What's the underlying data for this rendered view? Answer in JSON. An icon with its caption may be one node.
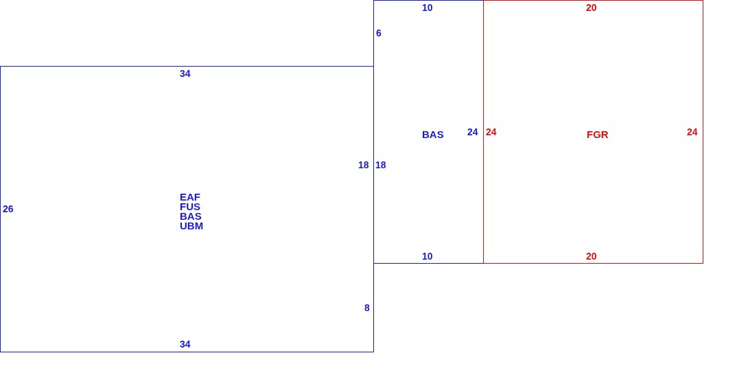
{
  "diagram": {
    "nodes": [
      {
        "text": [
          "BAS"
        ]
      },
      {
        "text": [
          "FGR"
        ]
      },
      {
        "text": [
          "EAF",
          "FUS",
          "BAS",
          "UBM"
        ]
      }
    ],
    "labels": [
      "10",
      "20",
      "6",
      "34",
      "24",
      "24",
      "24",
      "18",
      "18",
      "26",
      "10",
      "20",
      "8",
      "34"
    ]
  }
}
